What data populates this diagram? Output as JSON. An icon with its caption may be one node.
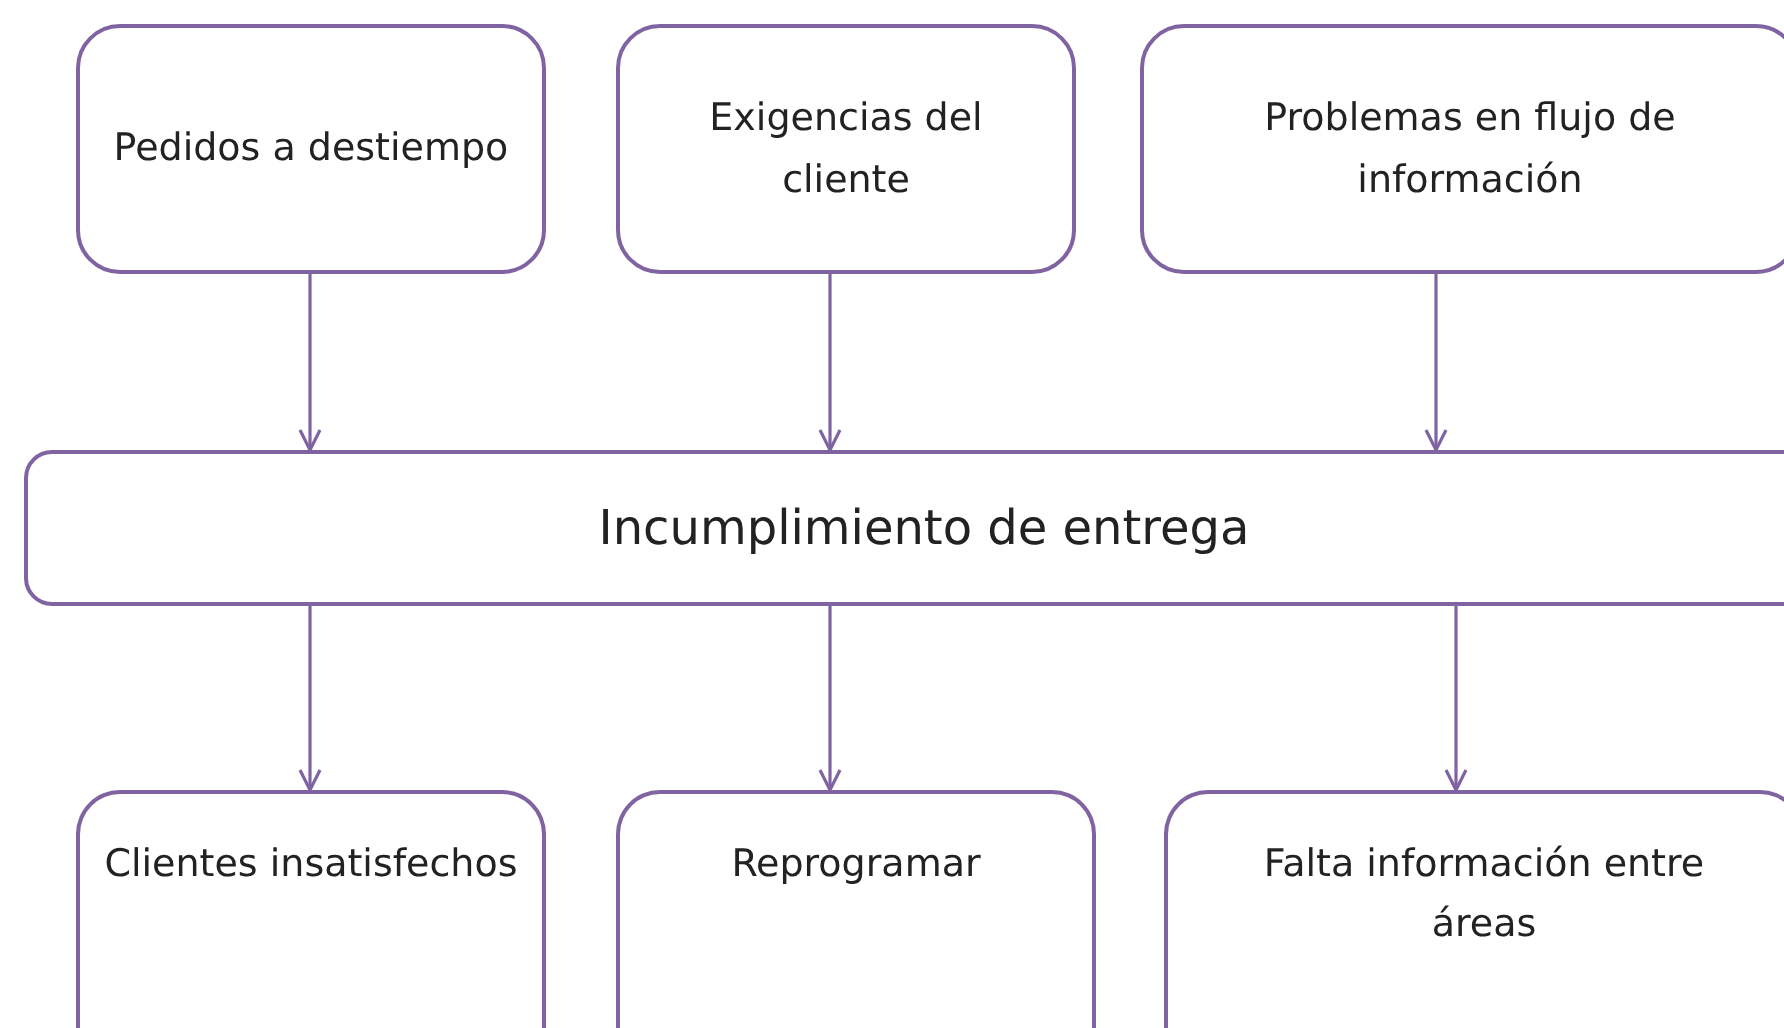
{
  "diagram": {
    "nodes": [
      {
        "text": [
          "Pedidos a destiempo"
        ]
      },
      {
        "text": [
          "Exigencias del cliente"
        ]
      },
      {
        "text": [
          "Problemas en flujo de información"
        ]
      },
      {
        "text": [
          "Incumplimiento de entrega"
        ]
      },
      {
        "text": [
          "Clientes insatisfechos"
        ]
      },
      {
        "text": [
          "Reprogramar"
        ]
      },
      {
        "text": [
          "Falta información entre áreas"
        ]
      }
    ],
    "edges": [
      {
        "from": 0,
        "to": 3,
        "arrow": "to"
      },
      {
        "from": 1,
        "to": 3,
        "arrow": "to"
      },
      {
        "from": 2,
        "to": 3,
        "arrow": "to"
      },
      {
        "from": 3,
        "to": 4,
        "arrow": "to"
      },
      {
        "from": 3,
        "to": 5,
        "arrow": "to"
      },
      {
        "from": 3,
        "to": 6,
        "arrow": "to"
      }
    ]
  }
}
